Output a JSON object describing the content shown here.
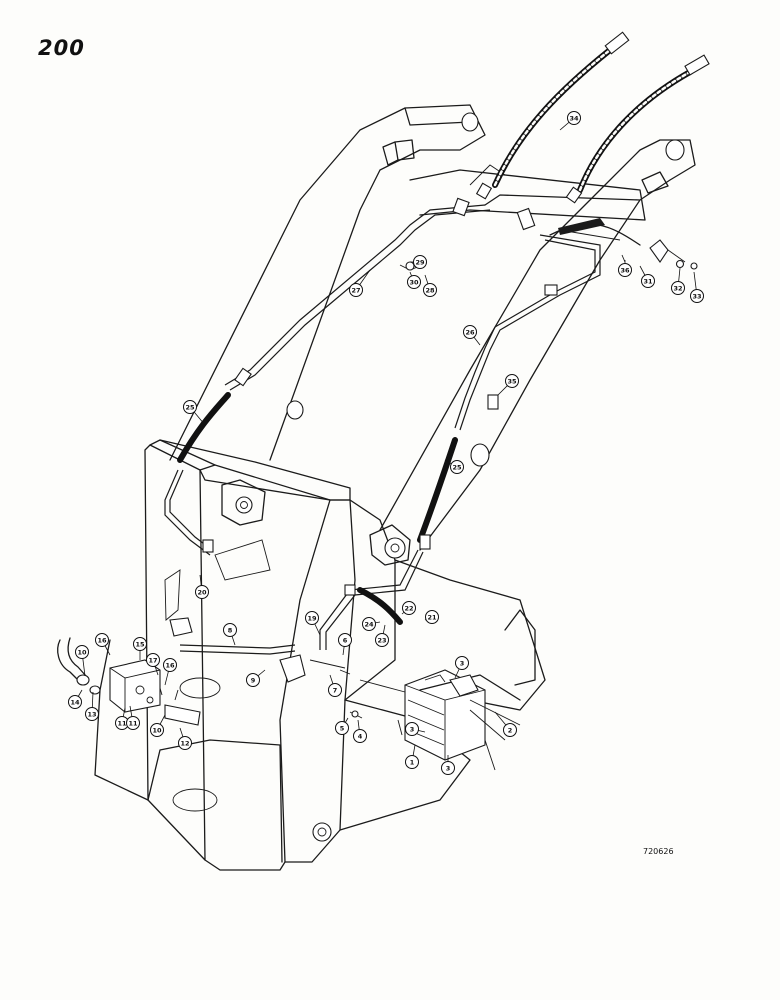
{
  "page_number": "200",
  "drawing_code": "720626",
  "callouts": [
    {
      "label": "1"
    },
    {
      "label": "2"
    },
    {
      "label": "3"
    },
    {
      "label": "3"
    },
    {
      "label": "3"
    },
    {
      "label": "4"
    },
    {
      "label": "5"
    },
    {
      "label": "6"
    },
    {
      "label": "7"
    },
    {
      "label": "8"
    },
    {
      "label": "9"
    },
    {
      "label": "10"
    },
    {
      "label": "10"
    },
    {
      "label": "11"
    },
    {
      "label": "11"
    },
    {
      "label": "12"
    },
    {
      "label": "13"
    },
    {
      "label": "14"
    },
    {
      "label": "15"
    },
    {
      "label": "16"
    },
    {
      "label": "16"
    },
    {
      "label": "17"
    },
    {
      "label": "19"
    },
    {
      "label": "20"
    },
    {
      "label": "21"
    },
    {
      "label": "22"
    },
    {
      "label": "23"
    },
    {
      "label": "24"
    },
    {
      "label": "25"
    },
    {
      "label": "25"
    },
    {
      "label": "26"
    },
    {
      "label": "27"
    },
    {
      "label": "28"
    },
    {
      "label": "29"
    },
    {
      "label": "30"
    },
    {
      "label": "31"
    },
    {
      "label": "32"
    },
    {
      "label": "33"
    },
    {
      "label": "34"
    },
    {
      "label": "35"
    },
    {
      "label": "36"
    }
  ]
}
